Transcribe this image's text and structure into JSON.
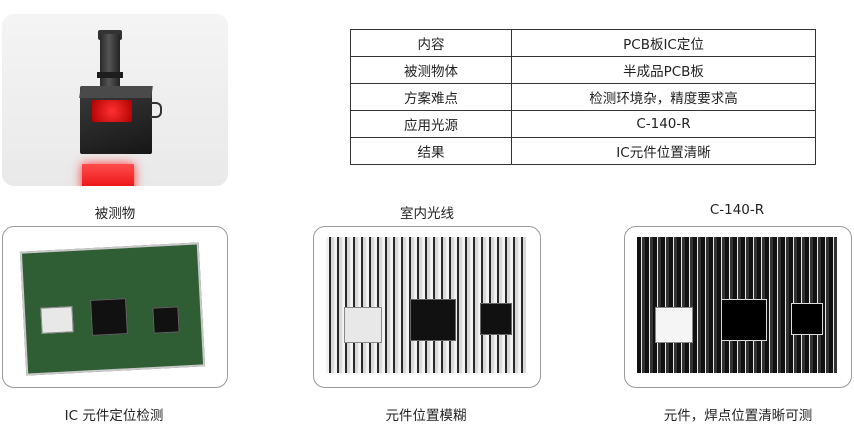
{
  "table": {
    "rows": [
      {
        "key": "内容",
        "value": "PCB板IC定位"
      },
      {
        "key": "被测物体",
        "value": "半成品PCB板"
      },
      {
        "key": "方案难点",
        "value": "检测环境杂，精度要求高"
      },
      {
        "key": "应用光源",
        "value": "C-140-R"
      },
      {
        "key": "结果",
        "value": "IC元件位置清晰"
      }
    ]
  },
  "captions": {
    "object": "被测物",
    "indoor": "室内光线",
    "light_model": "C-140-R",
    "photo1": "IC 元件定位检测",
    "photo2": "元件位置模糊",
    "photo3": "元件，焊点位置清晰可测"
  },
  "colors": {
    "light_red": "#e60000",
    "pcb_green": "#2f5d34"
  }
}
